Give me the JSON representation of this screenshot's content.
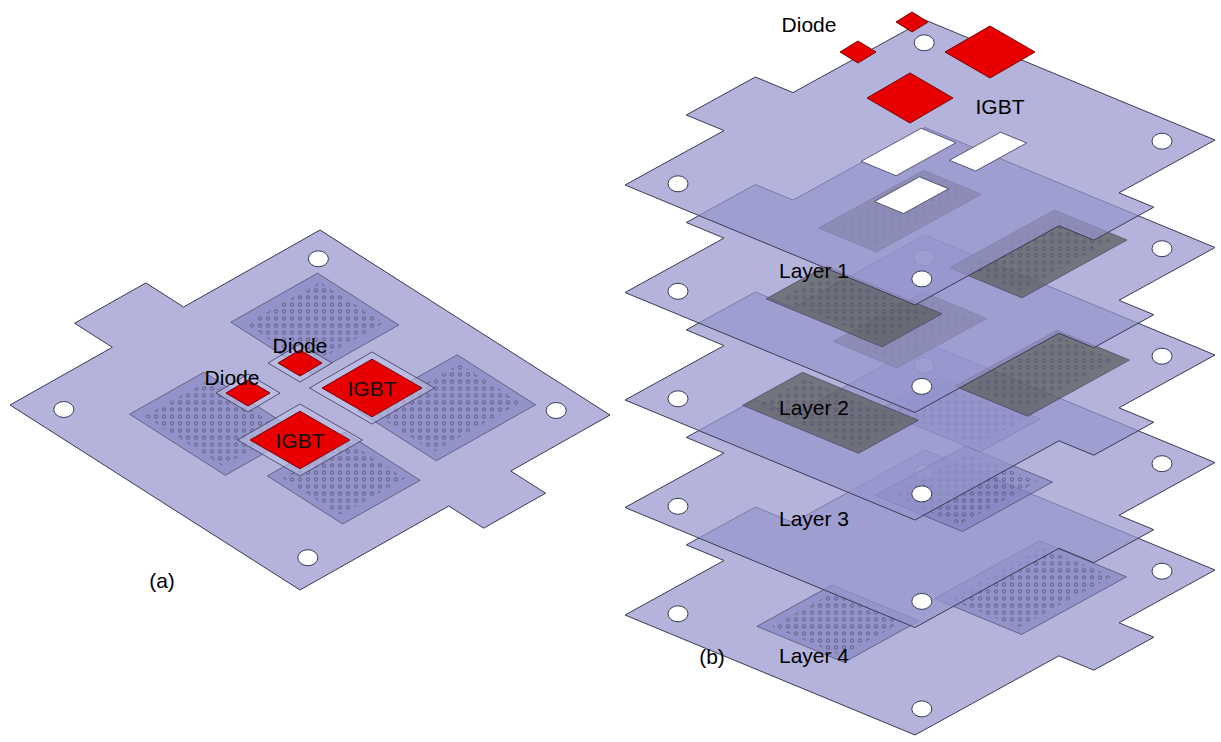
{
  "diagram": {
    "nodes": [
      {
        "text": [
          "IGBT"
        ]
      },
      {
        "text": [
          "IGBT"
        ]
      }
    ],
    "labels": [
      "Diode",
      "Diode",
      "(a)",
      "Diode",
      "IGBT",
      "Layer 1",
      "Layer 2",
      "Layer 3",
      "Layer 4",
      "(b)"
    ]
  }
}
